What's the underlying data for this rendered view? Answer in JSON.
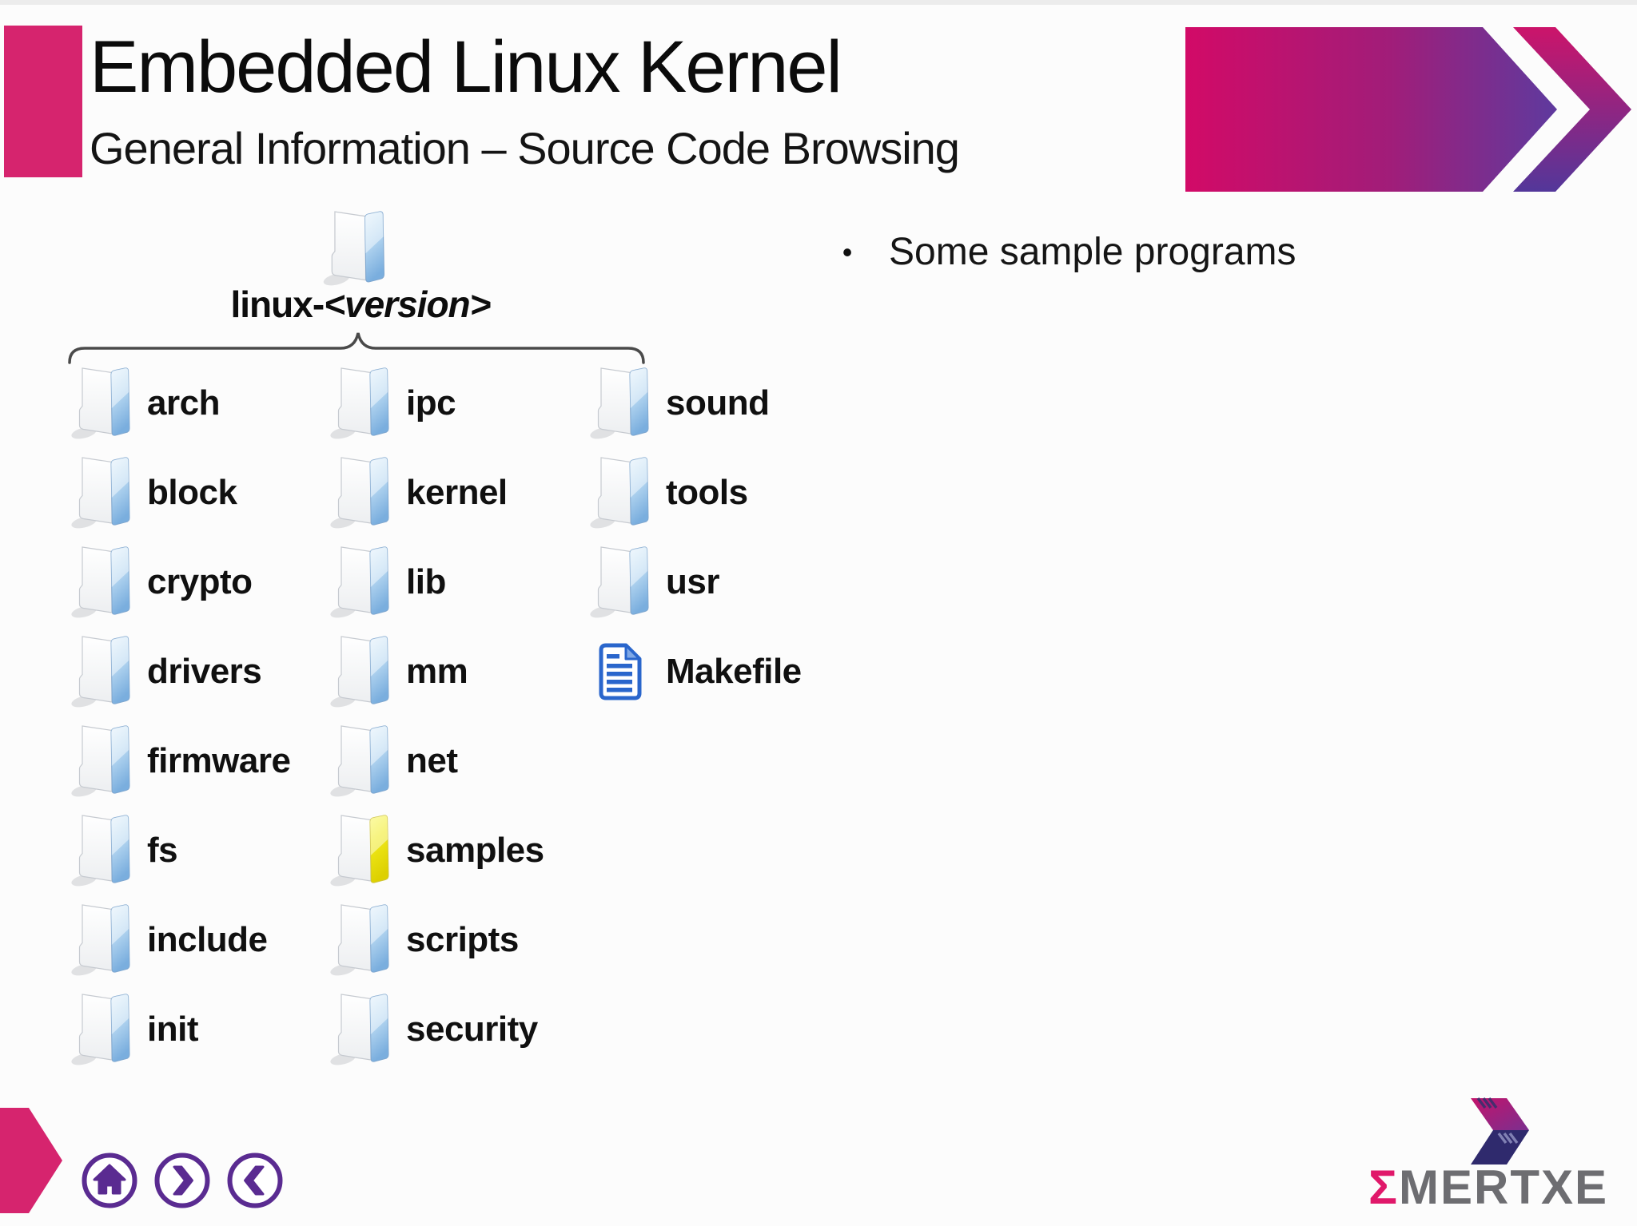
{
  "header": {
    "title": "Embedded Linux Kernel",
    "subtitle": "General Information – Source Code Browsing"
  },
  "content": {
    "bullet": "Some sample programs"
  },
  "tree": {
    "root_label": "linux-",
    "root_version": "<version>",
    "items": [
      {
        "label": "arch",
        "type": "folder",
        "col": 0,
        "row": 0
      },
      {
        "label": "block",
        "type": "folder",
        "col": 0,
        "row": 1
      },
      {
        "label": "crypto",
        "type": "folder",
        "col": 0,
        "row": 2
      },
      {
        "label": "drivers",
        "type": "folder",
        "col": 0,
        "row": 3
      },
      {
        "label": "firmware",
        "type": "folder",
        "col": 0,
        "row": 4
      },
      {
        "label": "fs",
        "type": "folder",
        "col": 0,
        "row": 5
      },
      {
        "label": "include",
        "type": "folder",
        "col": 0,
        "row": 6
      },
      {
        "label": "init",
        "type": "folder",
        "col": 0,
        "row": 7
      },
      {
        "label": "ipc",
        "type": "folder",
        "col": 1,
        "row": 0
      },
      {
        "label": "kernel",
        "type": "folder",
        "col": 1,
        "row": 1
      },
      {
        "label": "lib",
        "type": "folder",
        "col": 1,
        "row": 2
      },
      {
        "label": "mm",
        "type": "folder",
        "col": 1,
        "row": 3
      },
      {
        "label": "net",
        "type": "folder",
        "col": 1,
        "row": 4
      },
      {
        "label": "samples",
        "type": "folder-highlight",
        "col": 1,
        "row": 5
      },
      {
        "label": "scripts",
        "type": "folder",
        "col": 1,
        "row": 6
      },
      {
        "label": "security",
        "type": "folder",
        "col": 1,
        "row": 7
      },
      {
        "label": "sound",
        "type": "folder",
        "col": 2,
        "row": 0
      },
      {
        "label": "tools",
        "type": "folder",
        "col": 2,
        "row": 1
      },
      {
        "label": "usr",
        "type": "folder",
        "col": 2,
        "row": 2
      },
      {
        "label": "Makefile",
        "type": "file",
        "col": 2,
        "row": 3
      }
    ]
  },
  "footer": {
    "logo_sigma": "Σ",
    "logo_text": "MERTXE",
    "nav": [
      "home",
      "next",
      "previous"
    ]
  },
  "colors": {
    "accent_pink": "#d6246e",
    "banner_pink": "#d20a67",
    "banner_purple": "#5e3a9e",
    "nav_purple": "#5a2b91",
    "folder_blue": "#85b4e2",
    "folder_yellow": "#ece400",
    "logo_pink": "#e0186a",
    "logo_gray": "#6d6d71"
  }
}
